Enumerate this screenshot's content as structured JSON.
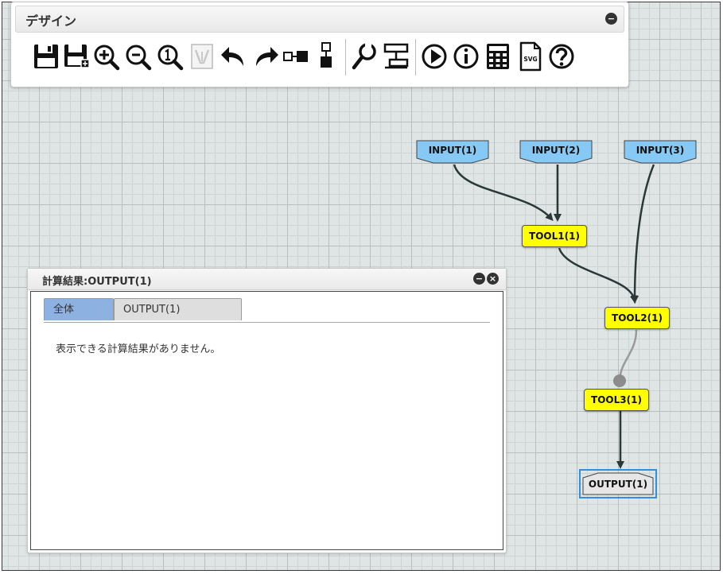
{
  "design_panel": {
    "title": "デザイン",
    "minimize_glyph": "−",
    "toolbar": [
      {
        "name": "save-icon"
      },
      {
        "name": "save-as-icon"
      },
      {
        "name": "zoom-in-icon"
      },
      {
        "name": "zoom-out-icon"
      },
      {
        "name": "zoom-reset-icon"
      },
      {
        "name": "grid-disabled-icon"
      },
      {
        "name": "undo-icon"
      },
      {
        "name": "redo-icon"
      },
      {
        "name": "layout-horizontal-icon"
      },
      {
        "name": "layout-vertical-icon"
      },
      {
        "name": "settings-wrench-icon"
      },
      {
        "name": "arrange-icon"
      },
      {
        "name": "run-icon"
      },
      {
        "name": "info-icon"
      },
      {
        "name": "calculator-icon"
      },
      {
        "name": "svg-export-icon",
        "label": "SVG"
      },
      {
        "name": "help-icon"
      }
    ]
  },
  "result_panel": {
    "title": "計算結果:OUTPUT(1)",
    "minimize_glyph": "−",
    "close_glyph": "×",
    "tabs": [
      {
        "label": "全体",
        "active": true
      },
      {
        "label": "OUTPUT(1)",
        "active": false
      }
    ],
    "message": "表示できる計算結果がありません。"
  },
  "graph": {
    "inputs": [
      "INPUT(1)",
      "INPUT(2)",
      "INPUT(3)"
    ],
    "tools": [
      "TOOL1(1)",
      "TOOL2(1)",
      "TOOL3(1)"
    ],
    "output": "OUTPUT(1)"
  },
  "colors": {
    "input_fill": "#87c9f5",
    "tool_fill": "#ffff00",
    "output_fill": "#e6e6e6",
    "edge": "#2b3838",
    "inactive_edge": "#9a9a9a",
    "selection": "#2f8fe0",
    "active_tab": "#8db2e2"
  }
}
